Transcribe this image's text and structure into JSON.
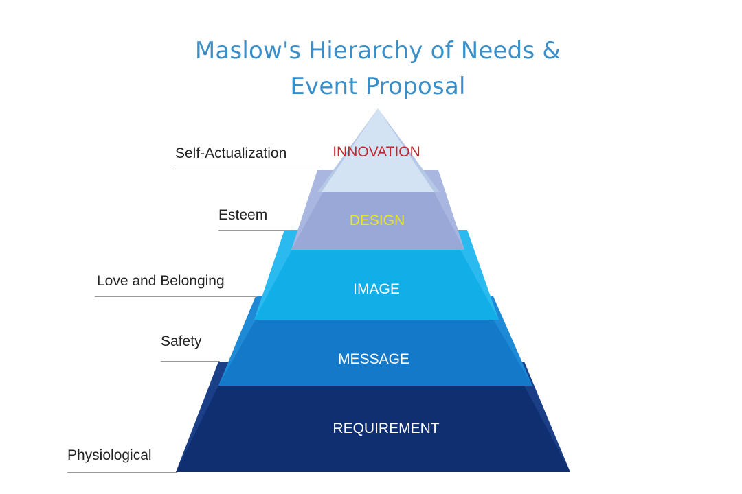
{
  "title": {
    "line1": "Maslow's Hierarchy of Needs &",
    "line2": "Event Proposal"
  },
  "tiers": [
    {
      "key": "innovation",
      "label": "INNOVATION",
      "need": "Self-Actualization",
      "text_color": "#c0262d"
    },
    {
      "key": "design",
      "label": "DESIGN",
      "need": "Esteem",
      "text_color": "#e8e62a"
    },
    {
      "key": "image",
      "label": "IMAGE",
      "need": "Love and Belonging",
      "text_color": "#ffffff"
    },
    {
      "key": "message",
      "label": "MESSAGE",
      "need": "Safety",
      "text_color": "#ffffff"
    },
    {
      "key": "requirement",
      "label": "REQUIREMENT",
      "need": "Physiological",
      "text_color": "#ffffff"
    }
  ],
  "colors": {
    "title": "#3b8fc8",
    "apex": "#c9dcef",
    "design": "#9aa8d8",
    "image": "#12aee8",
    "message": "#1479c9",
    "requirement": "#0f2f70"
  }
}
